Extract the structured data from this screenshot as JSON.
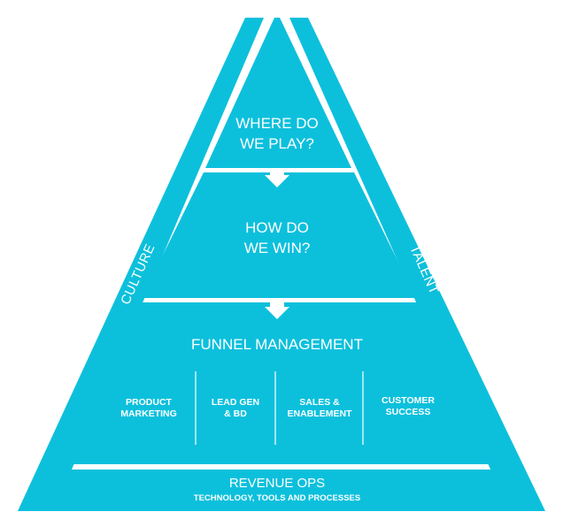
{
  "colors": {
    "fill": "#0cc0dc",
    "background": "#ffffff"
  },
  "side_labels": {
    "left": "CULTURE",
    "right": "TALENT"
  },
  "tiers": {
    "top": {
      "line1": "WHERE DO",
      "line2": "WE PLAY?"
    },
    "middle": {
      "line1": "HOW DO",
      "line2": "WE WIN?"
    },
    "funnel": {
      "title": "FUNNEL MANAGEMENT",
      "columns": [
        {
          "line1": "PRODUCT",
          "line2": "MARKETING"
        },
        {
          "line1": "LEAD GEN",
          "line2": "& BD"
        },
        {
          "line1": "SALES &",
          "line2": "ENABLEMENT"
        },
        {
          "line1": "CUSTOMER",
          "line2": "SUCCESS"
        }
      ]
    },
    "base": {
      "title": "REVENUE OPS",
      "subtitle": "TECHNOLOGY, TOOLS AND PROCESSES"
    }
  },
  "arrows": [
    "down-arrow-icon",
    "down-arrow-icon"
  ]
}
